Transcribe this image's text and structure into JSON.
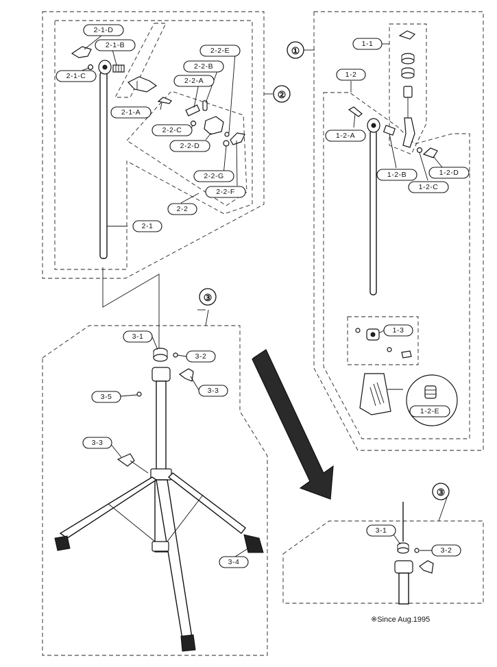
{
  "groups": [
    {
      "id": "g1",
      "label": "①"
    },
    {
      "id": "g2",
      "label": "②"
    },
    {
      "id": "g3a",
      "label": "③"
    },
    {
      "id": "g3b",
      "label": "③"
    }
  ],
  "labels": {
    "p_2_1_D": "2-1-D",
    "p_2_1_B": "2-1-B",
    "p_2_1_C": "2-1-C",
    "p_2_1_A": "2-1-A",
    "p_2_1": "2-1",
    "p_2_2_E": "2-2-E",
    "p_2_2_B": "2-2-B",
    "p_2_2_A": "2-2-A",
    "p_2_2_C": "2-2-C",
    "p_2_2_D": "2-2-D",
    "p_2_2_G": "2-2-G",
    "p_2_2_F": "2-2-F",
    "p_2_2": "2-2",
    "p_1_1": "1-1",
    "p_1_2": "1-2",
    "p_1_2_A": "1-2-A",
    "p_1_2_B": "1-2-B",
    "p_1_2_C": "1-2-C",
    "p_1_2_D": "1-2-D",
    "p_1_3": "1-3",
    "p_1_2_E": "1-2-E",
    "p_3_1": "3-1",
    "p_3_2": "3-2",
    "p_3_3_upper": "3-3",
    "p_3_5": "3-5",
    "p_3_3_lower": "3-3",
    "p_3_4": "3-4",
    "p_3_1_inset": "3-1",
    "p_3_2_inset": "3-2"
  },
  "footnote": "※Since Aug.1995"
}
